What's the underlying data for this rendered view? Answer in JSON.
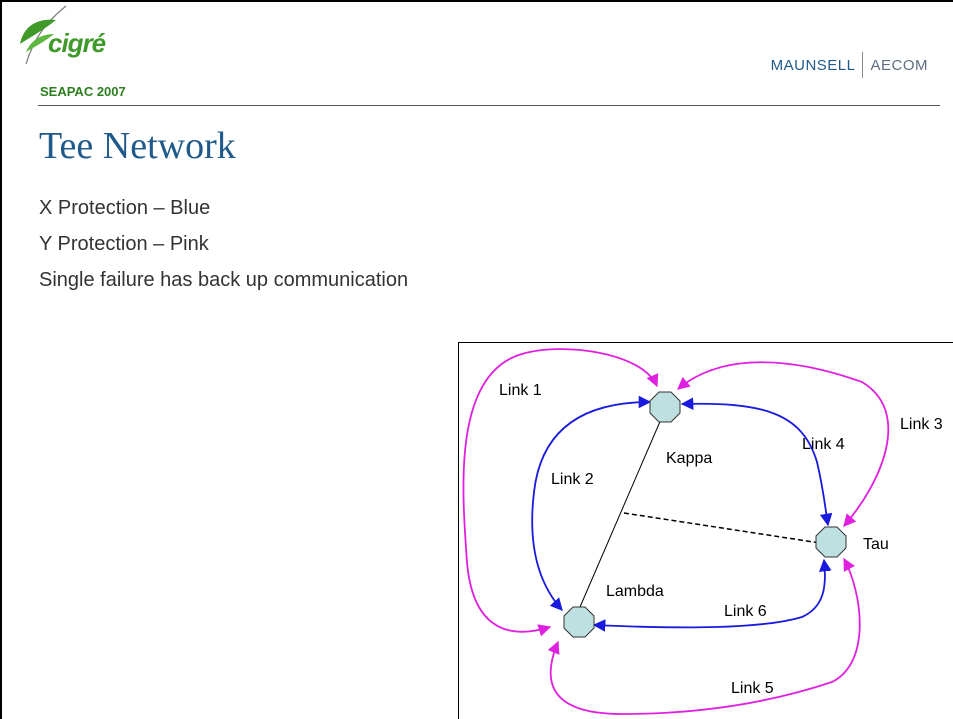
{
  "header": {
    "logo_text": "cigré",
    "event": "SEAPAC 2007",
    "company_primary": "MAUNSELL",
    "company_secondary": "AECOM"
  },
  "slide": {
    "title": "Tee Network",
    "bullets": [
      "X Protection – Blue",
      "Y Protection – Pink",
      "Single failure has back up communication"
    ]
  },
  "diagram": {
    "nodes": {
      "kappa": "Kappa",
      "tau": "Tau",
      "lambda": "Lambda"
    },
    "links": {
      "link1": "Link 1",
      "link2": "Link 2",
      "link3": "Link 3",
      "link4": "Link 4",
      "link5": "Link 5",
      "link6": "Link 6"
    },
    "colors": {
      "x_protection": "#1a1adf",
      "y_protection": "#e020e0",
      "node_fill": "#bfe0e0"
    }
  }
}
